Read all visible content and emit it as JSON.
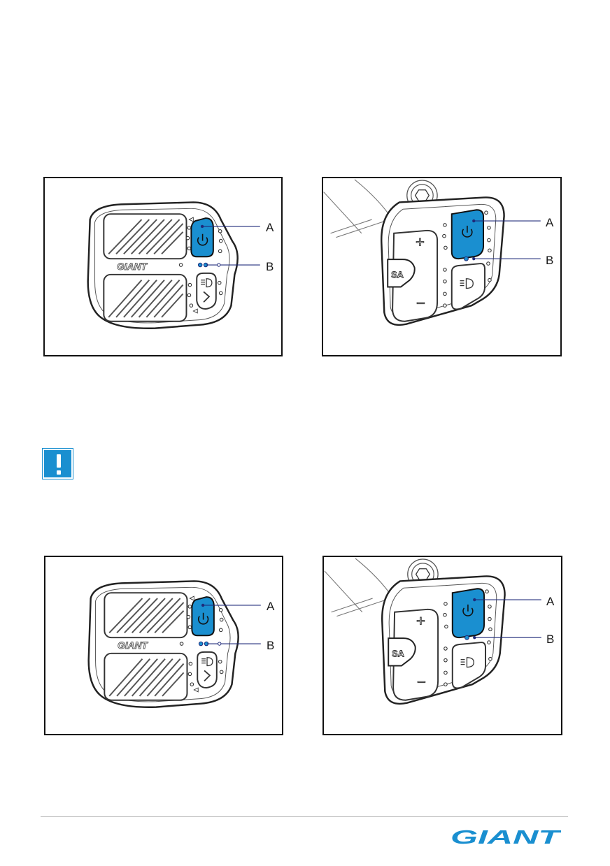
{
  "figures": [
    {
      "id": "fig1",
      "device": "ridecontrol-ergo",
      "callouts": [
        "A",
        "B"
      ],
      "brand_text": "GIANT"
    },
    {
      "id": "fig2",
      "device": "ridecontrol-one",
      "callouts": [
        "A",
        "B"
      ],
      "buttons": {
        "plus": "+",
        "minus": "−",
        "sa": "SA"
      }
    },
    {
      "id": "fig3",
      "device": "ridecontrol-ergo",
      "callouts": [
        "A",
        "B"
      ],
      "brand_text": "GIANT"
    },
    {
      "id": "fig4",
      "device": "ridecontrol-one",
      "callouts": [
        "A",
        "B"
      ],
      "buttons": {
        "plus": "+",
        "minus": "−",
        "sa": "SA"
      }
    }
  ],
  "icons": {
    "warning": "exclamation-icon",
    "power": "power-icon",
    "light": "headlight-icon",
    "chevron": "chevron-right-icon"
  },
  "footer": {
    "logo_text": "GIANT"
  },
  "colors": {
    "accent": "#1a8fd0",
    "callout_line": "#1f2a7a",
    "logo": "#1a8fd0"
  }
}
